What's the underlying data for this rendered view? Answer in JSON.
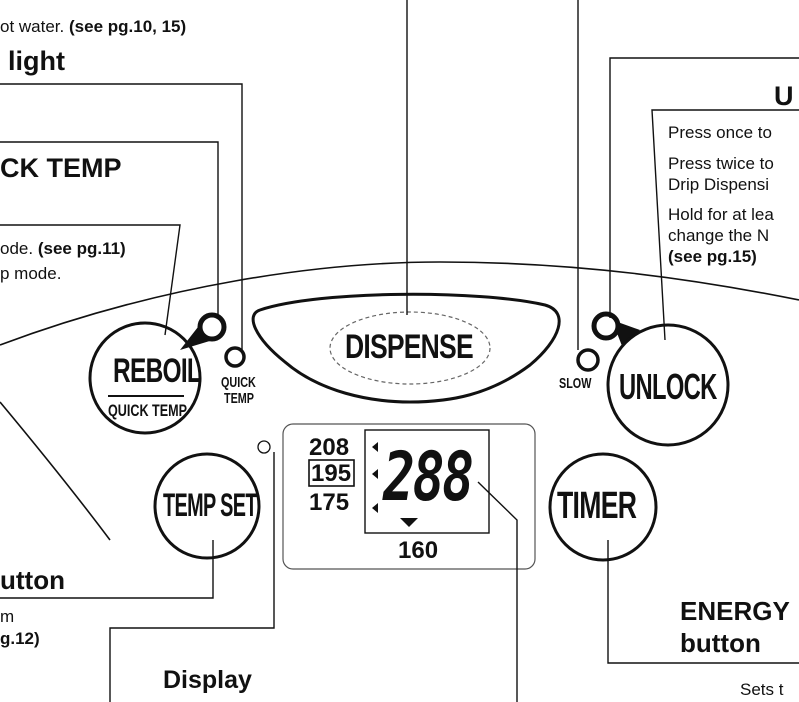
{
  "callouts": {
    "dispense_note": "ot water.",
    "dispense_ref": "(see pg.10, 15)",
    "light_title": "light",
    "quick_temp_title": "CK TEMP",
    "mode_line1": "ode.",
    "mode_line1_ref": "(see pg.11)",
    "mode_line2": "p mode.",
    "unlock_title": "U",
    "unlock_line1": "Press once to",
    "unlock_line2a": "Press twice to",
    "unlock_line2b": "Drip Dispensi",
    "unlock_line3a": "Hold for at lea",
    "unlock_line3b": "change the N",
    "unlock_ref": "(see pg.15)",
    "temp_set_title": "utton",
    "temp_set_line1": "m",
    "temp_set_ref": "g.12)",
    "display_title": "Display",
    "energy_title1": "ENERGY",
    "energy_title2": "button",
    "energy_line1": "Sets t"
  },
  "panel": {
    "dispense_label": "DISPENSE",
    "reboil_label": "REBOIL",
    "reboil_sub_label": "QUICK TEMP",
    "quick_temp_indicator_1": "QUICK",
    "quick_temp_indicator_2": "TEMP",
    "slow_label": "SLOW",
    "unlock_label": "UNLOCK",
    "temp_set_label": "TEMP SET",
    "timer_label": "TIMER",
    "temp_208": "208",
    "temp_195": "195",
    "temp_175": "175",
    "temp_160": "160",
    "lcd_digits": "288"
  },
  "colors": {
    "ink": "#111111",
    "background": "#ffffff",
    "panel_fill": "#ffffff"
  }
}
